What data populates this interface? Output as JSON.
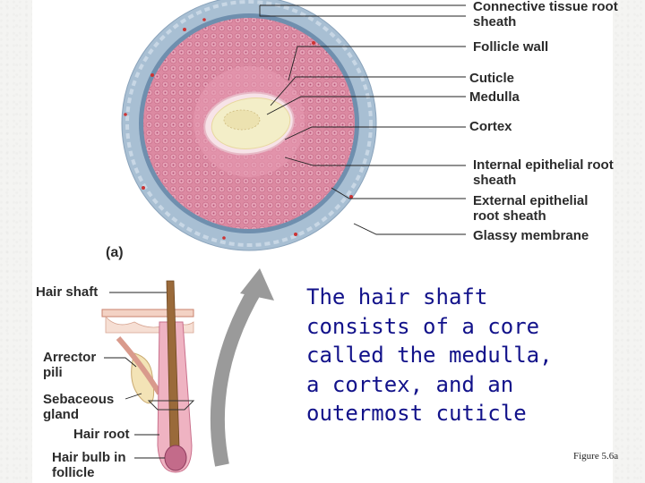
{
  "labels": {
    "connective_tissue": "Connective tissue root sheath",
    "follicle_wall": "Follicle wall",
    "cuticle": "Cuticle",
    "medulla": "Medulla",
    "cortex": "Cortex",
    "internal_sheath": "Internal epithelial root sheath",
    "external_sheath": "External epithelial root sheath",
    "glassy_membrane": "Glassy membrane",
    "panel_a": "(a)",
    "hair_shaft": "Hair shaft",
    "arrector_pili": "Arrector pili",
    "sebaceous_gland": "Sebaceous gland",
    "hair_root": "Hair root",
    "hair_bulb": "Hair bulb in follicle"
  },
  "caption": "The hair shaft consists of a core called the medulla, a cortex, and an outermost cuticle",
  "figure_ref": "Figure 5.6a",
  "colors": {
    "caption_text": "#12128a",
    "outer_sheath": "#a8bfd3",
    "epithelium": "#dc8aa2",
    "cortex_fill": "#f3eec8",
    "arrow": "#9a9a9a"
  }
}
